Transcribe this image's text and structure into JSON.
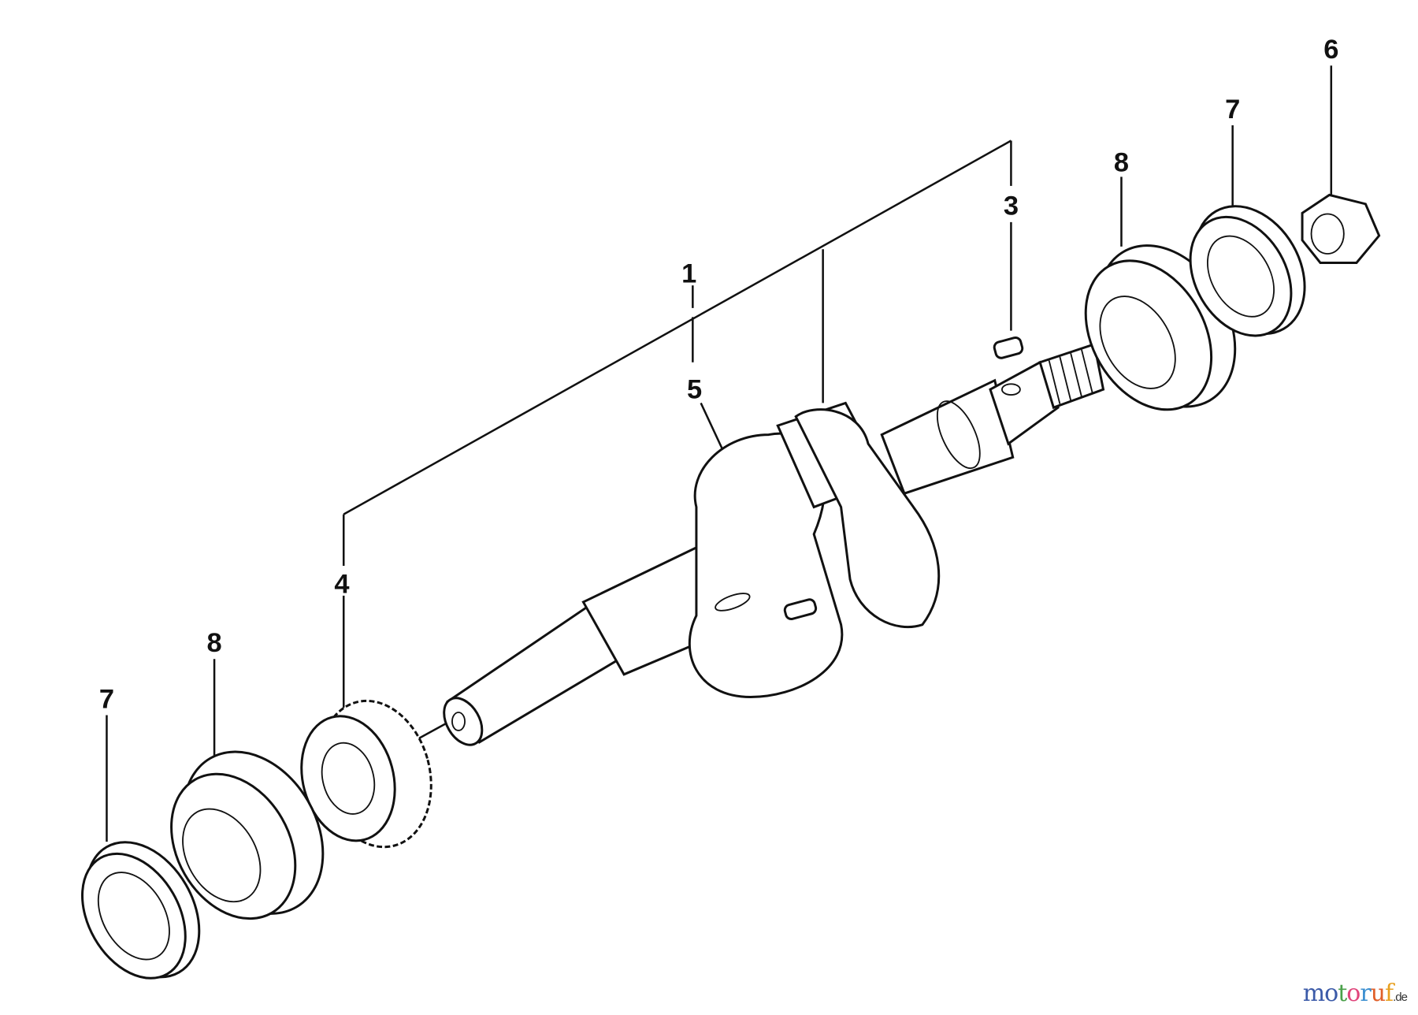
{
  "diagram": {
    "title": "Crankshaft exploded view",
    "callouts": [
      {
        "id": "label-1",
        "text": "1"
      },
      {
        "id": "label-3",
        "text": "3"
      },
      {
        "id": "label-4",
        "text": "4"
      },
      {
        "id": "label-5",
        "text": "5"
      },
      {
        "id": "label-6",
        "text": "6"
      },
      {
        "id": "label-7-top",
        "text": "7"
      },
      {
        "id": "label-8-top",
        "text": "8"
      },
      {
        "id": "label-8-bottom",
        "text": "8"
      },
      {
        "id": "label-7-bottom",
        "text": "7"
      }
    ]
  },
  "watermark": {
    "text": "motoruf",
    "suffix": ".de",
    "colors": [
      "#3b5aa8",
      "#3b5aa8",
      "#4aa04a",
      "#e0457b",
      "#3b8fd0",
      "#e0602a",
      "#e8a020",
      "#e8c020"
    ]
  }
}
